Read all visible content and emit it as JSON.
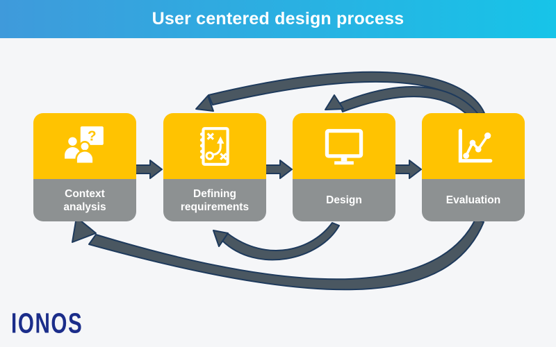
{
  "header": {
    "title": "User centered design process"
  },
  "steps": [
    {
      "label": "Context analysis",
      "icon": "people-question-icon"
    },
    {
      "label": "Defining requirements",
      "icon": "strategy-plan-icon"
    },
    {
      "label": "Design",
      "icon": "monitor-icon"
    },
    {
      "label": "Evaluation",
      "icon": "line-chart-icon"
    }
  ],
  "icon_glyphs": {
    "question_mark": "?"
  },
  "connections": {
    "forward": [
      {
        "from": "Context analysis",
        "to": "Defining requirements"
      },
      {
        "from": "Defining requirements",
        "to": "Design"
      },
      {
        "from": "Design",
        "to": "Evaluation"
      }
    ],
    "feedback": [
      {
        "from": "Evaluation",
        "to": "Defining requirements",
        "position": "top"
      },
      {
        "from": "Evaluation",
        "to": "Design",
        "position": "top"
      },
      {
        "from": "Design",
        "to": "Defining requirements",
        "position": "bottom"
      },
      {
        "from": "Evaluation",
        "to": "Context analysis",
        "position": "bottom"
      }
    ]
  },
  "footer": {
    "logo_text": "IONOS"
  },
  "colors": {
    "header_gradient_left": "#3F9ADB",
    "header_gradient_right": "#17C4E8",
    "title_text": "#FFFFFF",
    "step_accent_yellow": "#FFC301",
    "step_gray": "#8D9192",
    "step_label_text": "#FFFFFF",
    "arrow_fill": "#4A5761",
    "arrow_outline": "#1E3A5C",
    "background": "#F5F6F8",
    "logo_blue": "#1B2D8A"
  }
}
